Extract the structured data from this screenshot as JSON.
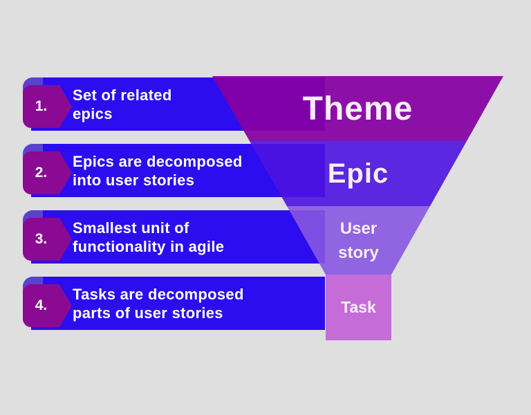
{
  "background_color": "#dfdfdf",
  "colors": {
    "bar_blue": "#2b0def",
    "number_badge": "#8a0a93",
    "ribbon_fold": "#5b41ce",
    "funnel_theme": "#8b04a7",
    "funnel_epic": "#5b28e0",
    "funnel_user_story": "#9165e2",
    "funnel_task": "#c56cd9",
    "text": "#ffffff"
  },
  "rows": [
    {
      "number": "1.",
      "line1": "Set of related",
      "line2": "epics"
    },
    {
      "number": "2.",
      "line1": "Epics are decomposed",
      "line2": "into user stories"
    },
    {
      "number": "3.",
      "line1": "Smallest unit of",
      "line2": "functionality in agile"
    },
    {
      "number": "4.",
      "line1": "Tasks are decomposed",
      "line2": "parts of user stories"
    }
  ],
  "funnel": {
    "levels": [
      {
        "label": "Theme"
      },
      {
        "label": "Epic"
      },
      {
        "label": "User story",
        "line1": "User",
        "line2": "story"
      },
      {
        "label": "Task"
      }
    ]
  }
}
